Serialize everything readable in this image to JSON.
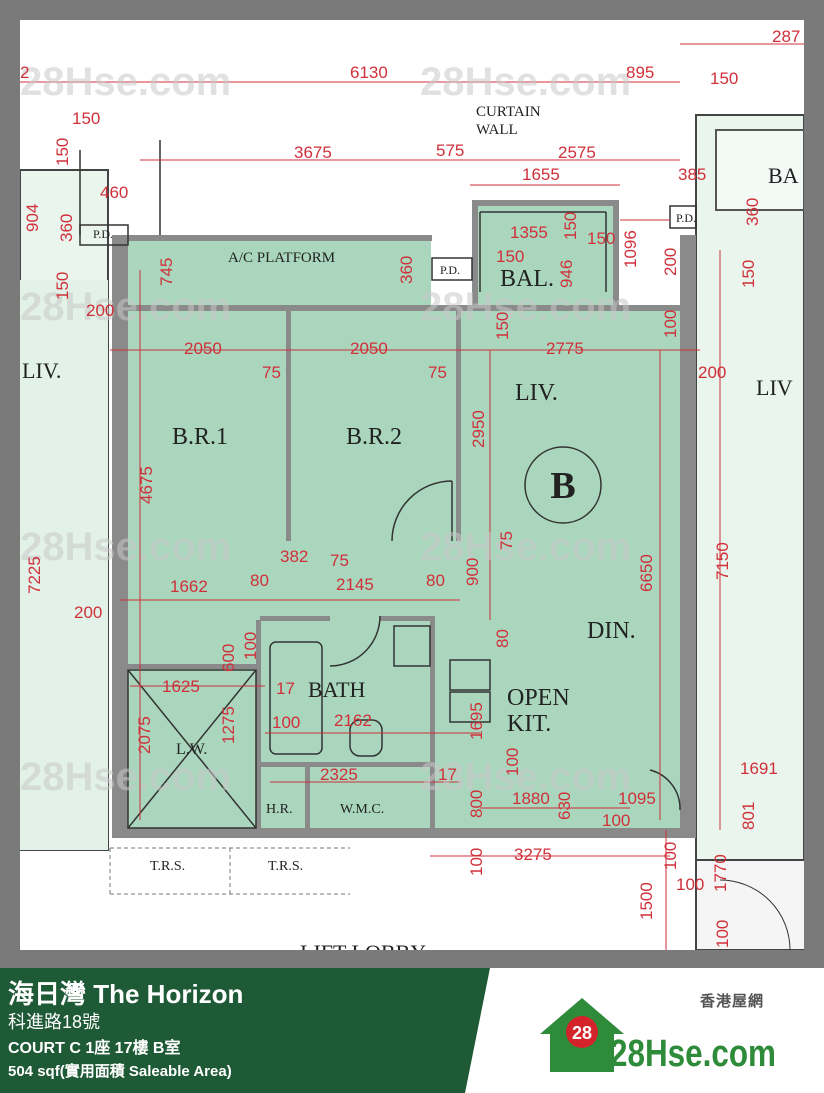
{
  "plan": {
    "unit_letter": "B",
    "rooms": {
      "br1": "B.R.1",
      "br2": "B.R.2",
      "liv": "LIV.",
      "din": "DIN.",
      "open_kit_1": "OPEN",
      "open_kit_2": "KIT.",
      "bath": "BATH",
      "lw": "L.W.",
      "hr": "H.R.",
      "wmc": "W.M.C.",
      "bal": "BAL.",
      "ac": "A/C PLATFORM",
      "curtain_1": "CURTAIN",
      "curtain_2": "WALL",
      "pd_left": "P.D.",
      "pd_mid": "P.D.",
      "pd_right": "P.D.",
      "trs_1": "T.R.S.",
      "trs_2": "T.R.S.",
      "lift": "LIFT LOBBY",
      "liv_left": "LIV.",
      "liv_right": "LIV",
      "ba_right": "BA"
    },
    "dims": {
      "d6130": "6130",
      "d895": "895",
      "d150a": "150",
      "d287": "287",
      "d2": "2",
      "d150b": "150",
      "d150c": "150",
      "d3675": "3675",
      "d575": "575",
      "d2575": "2575",
      "d1655": "1655",
      "d385": "385",
      "d460": "460",
      "d904": "904",
      "d360a": "360",
      "d360b": "360",
      "d1355": "1355",
      "d150d": "150",
      "d150e": "150",
      "d1096": "1096",
      "d946": "946",
      "d150f": "150",
      "d200a": "200",
      "d745": "745",
      "d360c": "360",
      "d150g": "150",
      "d200b": "200",
      "d150h": "150",
      "d100a": "100",
      "d2050a": "2050",
      "d2050b": "2050",
      "d2775": "2775",
      "d75a": "75",
      "d75b": "75",
      "d200c": "200",
      "d2950": "2950",
      "d4675": "4675",
      "d7225": "7225",
      "d7150": "7150",
      "d6650": "6650",
      "d382": "382",
      "d75c": "75",
      "d75d": "75",
      "d1662": "1662",
      "d80a": "80",
      "d2145": "2145",
      "d80b": "80",
      "d200d": "200",
      "d900": "900",
      "d80c": "80",
      "d600": "600",
      "d100b": "100",
      "d1625": "1625",
      "d17a": "17",
      "d1275": "1275",
      "d2075": "2075",
      "d100c": "100",
      "d2162": "2162",
      "d1695": "1695",
      "d100d": "100",
      "d2325": "2325",
      "d17b": "17",
      "d1691": "1691",
      "d800": "800",
      "d1880": "1880",
      "d630": "630",
      "d1095": "1095",
      "d100e": "100",
      "d801": "801",
      "d100f": "100",
      "d3275": "3275",
      "d100g": "100",
      "d1770": "1770",
      "d100h": "100",
      "d1500": "1500",
      "d100i": "100"
    },
    "watermark": "28Hse.com",
    "badge": "28"
  },
  "footer": {
    "title": "海日灣 The Horizon",
    "road": "科進路18號",
    "unit": "COURT C 1座 17樓 B室",
    "area": "504 sqf(實用面積 Saleable Area)",
    "brand_cn": "香港屋網",
    "brand": "28Hse.com",
    "brand_badge": "28"
  },
  "colors": {
    "room_fill": "#a9d6bd",
    "dim_red": "#d0303a",
    "footer_green": "#1f5a36",
    "brand_green": "#2e8b3a",
    "brand_red": "#d4232b"
  }
}
